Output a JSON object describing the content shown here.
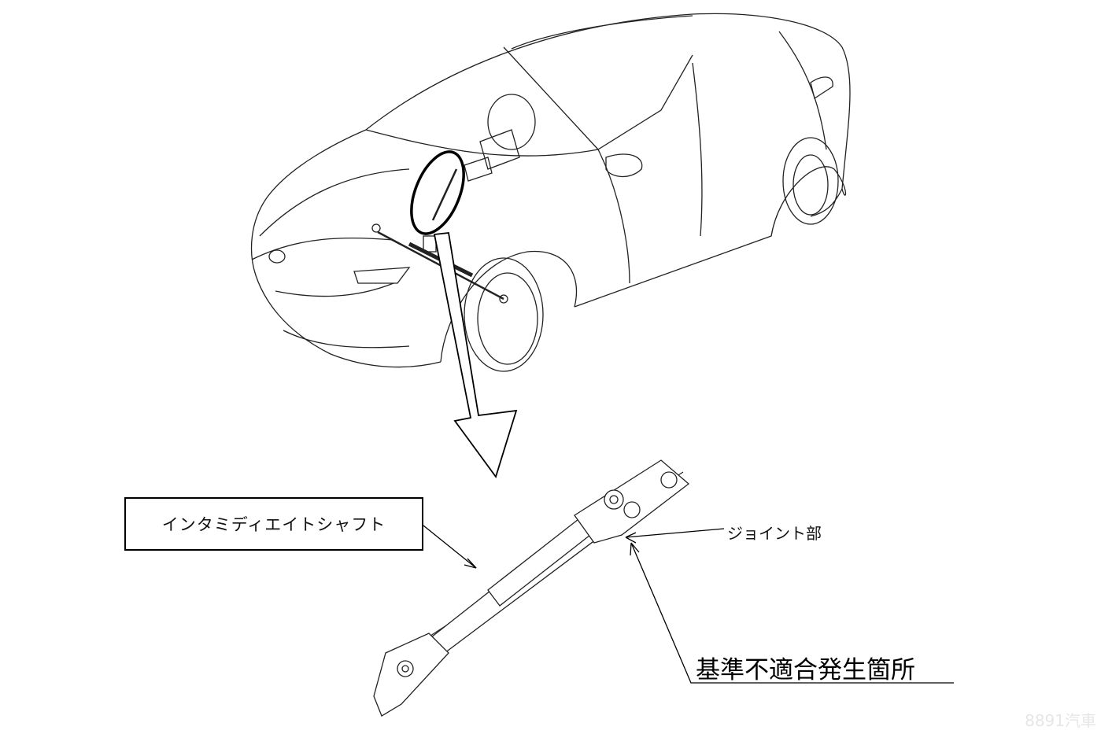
{
  "labels": {
    "part_name": "インタミディエイトシャフト",
    "joint": "ジョイント部",
    "defect_location": "基準不適合発生箇所"
  },
  "watermark": "8891汽車",
  "colors": {
    "line": "#000000",
    "background": "#ffffff"
  }
}
